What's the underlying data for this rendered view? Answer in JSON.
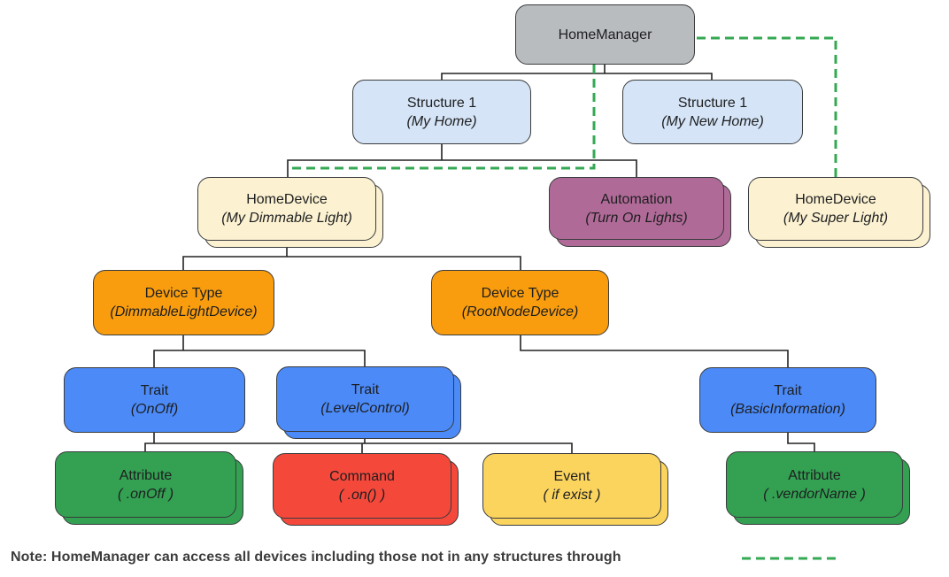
{
  "diagram": {
    "colors": {
      "gray": "#b9bcbe",
      "lightblue": "#d5e4f6",
      "cream": "#fcf2d1",
      "purple": "#b06a97",
      "orange": "#f99d0e",
      "blue": "#4b8af7",
      "green": "#33a052",
      "red": "#f4483b",
      "yellow": "#fbd45e",
      "stroke": "#3a3c3e",
      "connector": "#222222",
      "dashed_green": "#34a853"
    },
    "nodes": [
      {
        "id": "homemanager",
        "line1": "HomeManager",
        "line2": "",
        "color": "gray",
        "stacked": false
      },
      {
        "id": "structure-my-home",
        "line1": "Structure 1",
        "line2": "(My Home)",
        "color": "lightblue",
        "stacked": false
      },
      {
        "id": "structure-my-new-home",
        "line1": "Structure 1",
        "line2": "(My New Home)",
        "color": "lightblue",
        "stacked": false
      },
      {
        "id": "homedevice-my-dimmable-light",
        "line1": "HomeDevice",
        "line2": "(My Dimmable Light)",
        "color": "cream",
        "stacked": true
      },
      {
        "id": "automation-turn-on-lights",
        "line1": "Automation",
        "line2": "(Turn On Lights)",
        "color": "purple",
        "stacked": true
      },
      {
        "id": "homedevice-my-super-light",
        "line1": "HomeDevice",
        "line2": "(My Super Light)",
        "color": "cream",
        "stacked": true
      },
      {
        "id": "devicetype-dimmablelightdevice",
        "line1": "Device Type",
        "line2": "(DimmableLightDevice)",
        "color": "orange",
        "stacked": false
      },
      {
        "id": "devicetype-rootnodedevice",
        "line1": "Device Type",
        "line2": "(RootNodeDevice)",
        "color": "orange",
        "stacked": false
      },
      {
        "id": "trait-onoff",
        "line1": "Trait",
        "line2": "(OnOff)",
        "color": "blue",
        "stacked": false
      },
      {
        "id": "trait-levelcontrol",
        "line1": "Trait",
        "line2": "(LevelControl)",
        "color": "blue",
        "stacked": true
      },
      {
        "id": "trait-basicinformation",
        "line1": "Trait",
        "line2": "(BasicInformation)",
        "color": "blue",
        "stacked": false
      },
      {
        "id": "attribute-onoff",
        "line1": "Attribute",
        "line2": "( .onOff )",
        "color": "green",
        "stacked": true
      },
      {
        "id": "command-on",
        "line1": "Command",
        "line2": "( .on() )",
        "color": "red",
        "stacked": true
      },
      {
        "id": "event-if-exist",
        "line1": "Event",
        "line2": "( if exist )",
        "color": "yellow",
        "stacked": true
      },
      {
        "id": "attribute-vendorname",
        "line1": "Attribute",
        "line2": "( .vendorName )",
        "color": "green",
        "stacked": true
      }
    ],
    "note": {
      "text": "Note: HomeManager can access all devices including those not in any structures through"
    }
  }
}
